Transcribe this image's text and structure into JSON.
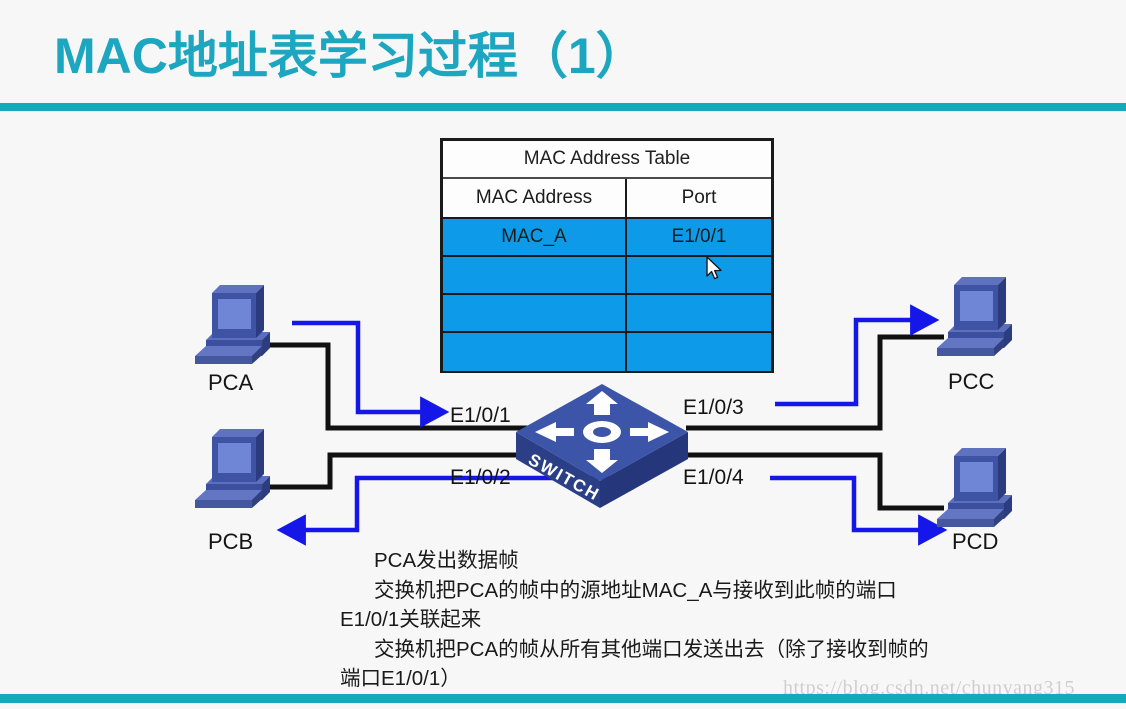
{
  "slide": {
    "title": "MAC地址表学习过程（1）",
    "accent_color": "#18a8bd",
    "background_color": "#f7f7f8"
  },
  "mac_table": {
    "caption": "MAC Address Table",
    "columns": [
      "MAC Address",
      "Port"
    ],
    "rows": [
      {
        "mac": "MAC_A",
        "port": "E1/0/1"
      },
      {
        "mac": "",
        "port": ""
      },
      {
        "mac": "",
        "port": ""
      },
      {
        "mac": "",
        "port": ""
      }
    ],
    "fill_color": "#0d9ae8"
  },
  "topology": {
    "switch_label": "SWITCH",
    "switch_color": "#2f4c9b",
    "ports": {
      "p1": "E1/0/1",
      "p2": "E1/0/2",
      "p3": "E1/0/3",
      "p4": "E1/0/4"
    },
    "hosts": {
      "pca": "PCA",
      "pcb": "PCB",
      "pcc": "PCC",
      "pcd": "PCD"
    },
    "cable_color": "#111111",
    "flow_color": "#1417e8"
  },
  "description": {
    "line1": "PCA发出数据帧",
    "line2": "交换机把PCA的帧中的源地址MAC_A与接收到此帧的端口",
    "line3": "E1/0/1关联起来",
    "line4": "交换机把PCA的帧从所有其他端口发送出去（除了接收到帧的",
    "line5": "端口E1/0/1）"
  },
  "watermark": {
    "text": "https://blog.csdn.net/chunyang315"
  },
  "cursor": {
    "name": "mouse-pointer"
  }
}
